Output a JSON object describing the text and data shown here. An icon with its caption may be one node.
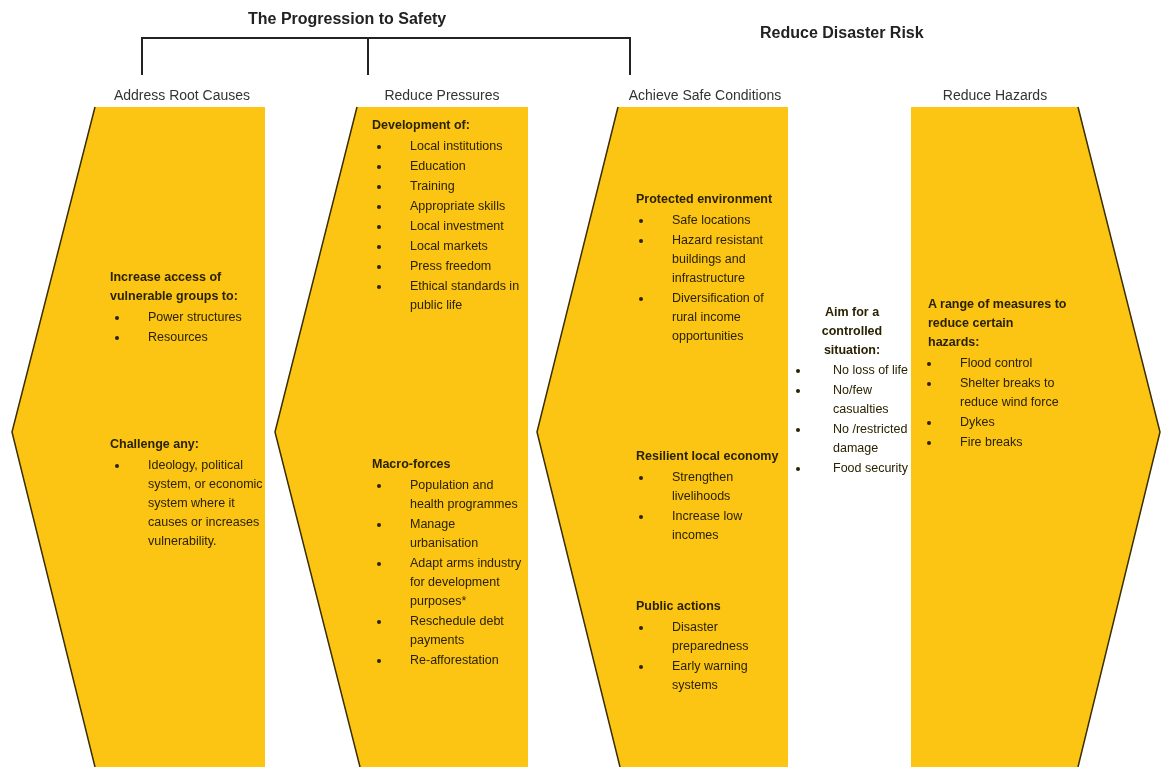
{
  "diagram": {
    "title": "The Progression to Safety",
    "nodes": [
      {
        "text": [
          "Address Root Causes",
          "Increase access of vulnerable groups to:",
          "Power structures",
          "Resources",
          "Challenge any:",
          "Ideology, political system, or economic system where it causes or increases vulnerability."
        ]
      },
      {
        "text": [
          "Reduce Pressures",
          "Development of:",
          "Local institutions",
          "Education",
          "Training",
          "Appropriate skills",
          "Local investment",
          "Local markets",
          "Press freedom",
          "Ethical standards in public life",
          "Macro-forces",
          "Population and health programmes",
          "Manage urbanisation",
          "Adapt arms industry for development purposes*",
          "Reschedule debt payments",
          "Re-afforestation"
        ]
      },
      {
        "text": [
          "Achieve Safe Conditions",
          "Protected environment",
          "Safe locations",
          "Hazard resistant buildings and infrastructure",
          "Diversification of rural income opportunities",
          "Resilient local economy",
          "Strengthen livelihoods",
          "Increase low incomes",
          "Public actions",
          "Disaster preparedness",
          "Early warning systems"
        ]
      },
      {
        "text": [
          "Reduce Hazards",
          "A range of measures to reduce certain hazards:",
          "Flood control",
          "Shelter breaks to reduce wind force",
          "Dykes",
          "Fire breaks"
        ]
      }
    ],
    "labels": [
      "Reduce Disaster Risk",
      "Aim for a controlled situation:",
      "No loss of life",
      "No/few casualties",
      "No /restricted damage",
      "Food security"
    ]
  }
}
